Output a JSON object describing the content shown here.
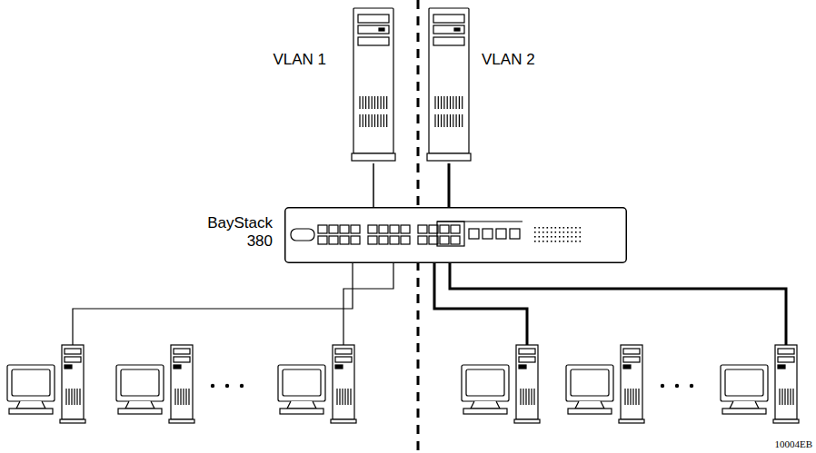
{
  "diagram": {
    "nodes": [
      {
        "text": [
          "VLAN 1"
        ]
      },
      {
        "text": [
          "VLAN 2"
        ]
      },
      {
        "text": [
          "BayStack 380"
        ]
      }
    ],
    "edges": [
      {
        "from": 0,
        "to": 2,
        "arrow": "none"
      },
      {
        "from": 1,
        "to": 2,
        "arrow": "none"
      }
    ],
    "labels": [
      "10004EB"
    ]
  }
}
